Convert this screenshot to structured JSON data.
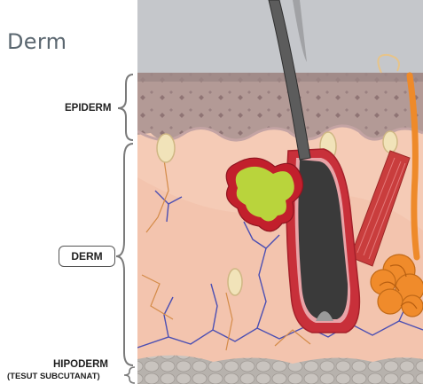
{
  "title": "Derm",
  "labels": {
    "epidermis": "EPIDERM",
    "dermis": "DERM",
    "hypodermis": "HIPODERM",
    "hypodermis_sub": "(TESUT SUBCUTANAT)"
  },
  "colors": {
    "sky": "#c7c9cc",
    "epidermis": "#b9a29c",
    "dermis": "#f6cdb8",
    "hypodermis": "#b4b0ac",
    "hair": "#3c3c3c",
    "sebaceous_gland": "#b9d23a",
    "gland_border": "#d0323a",
    "muscle": "#c83c3c",
    "sweat_gland": "#ef8a2a",
    "vessels": "#4a4db0",
    "nerves": "#d08a4a",
    "brace": "#777777"
  }
}
